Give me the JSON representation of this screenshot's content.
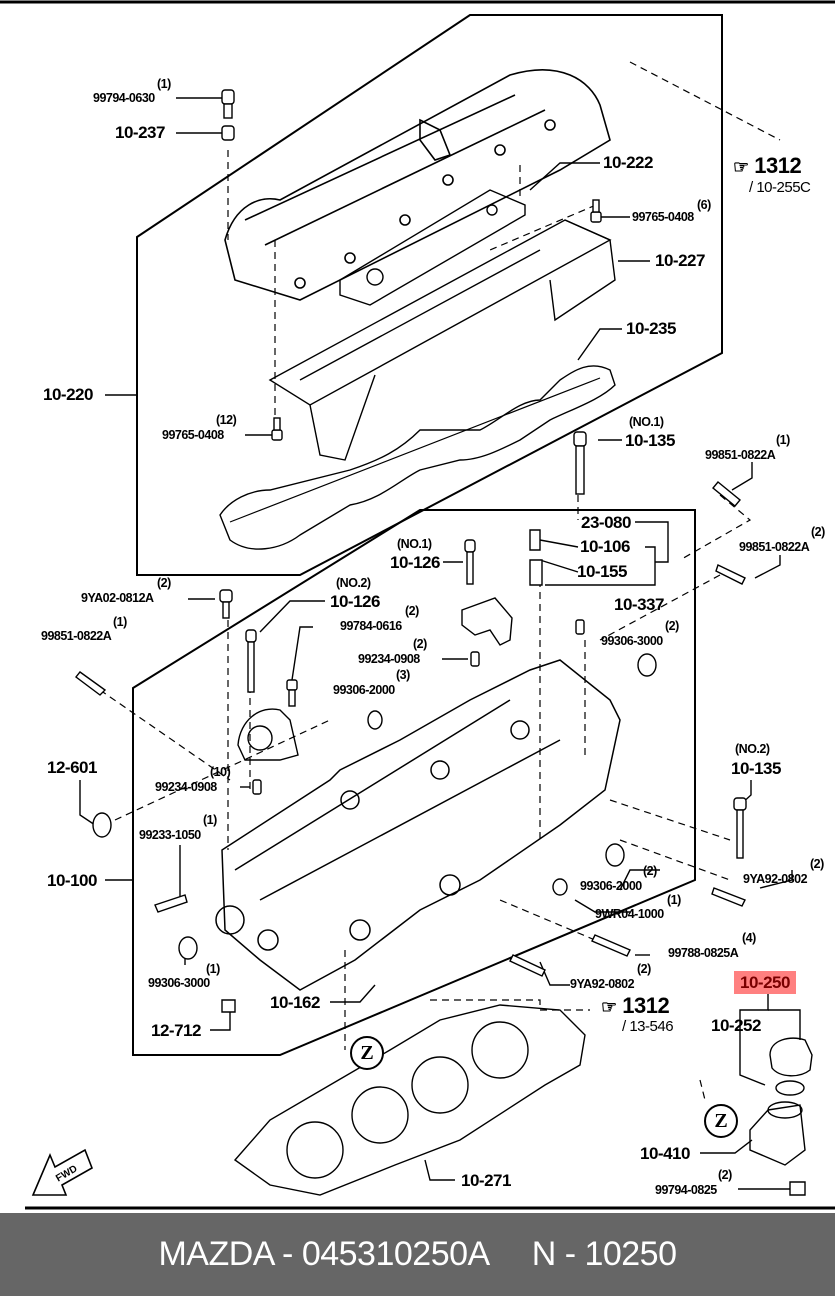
{
  "diagram": {
    "title": "Cylinder Head & Cylinder Head Cover Exploded View",
    "highlight_color": "#ff8080",
    "callouts": {
      "c99794_0630": {
        "qty": "(1)",
        "part": "99794-0630"
      },
      "c10_237": {
        "part": "10-237"
      },
      "c10_222": {
        "part": "10-222"
      },
      "c99765_0408a": {
        "qty": "(6)",
        "part": "99765-0408"
      },
      "c10_227": {
        "part": "10-227"
      },
      "c10_235": {
        "part": "10-235"
      },
      "c10_220": {
        "part": "10-220"
      },
      "c99765_0408b": {
        "qty": "(12)",
        "part": "99765-0408"
      },
      "c10_135_no1": {
        "qty": "(NO.1)",
        "part": "10-135"
      },
      "c99851_0822A_1": {
        "qty": "(1)",
        "part": "99851-0822A"
      },
      "c99851_0822A_2": {
        "qty": "(2)",
        "part": "99851-0822A"
      },
      "c23_080": {
        "part": "23-080"
      },
      "c10_106": {
        "part": "10-106"
      },
      "c10_155": {
        "part": "10-155"
      },
      "c10_126_no1": {
        "qty": "(NO.1)",
        "part": "10-126"
      },
      "c10_126_no2": {
        "qty": "(NO.2)",
        "part": "10-126"
      },
      "c10_337": {
        "part": "10-337"
      },
      "c9YA02_0812A": {
        "qty": "(2)",
        "part": "9YA02-0812A"
      },
      "c99851_0822A_left": {
        "qty": "(1)",
        "part": "99851-0822A"
      },
      "c99784_0616": {
        "qty": "(2)",
        "part": "99784-0616"
      },
      "c99234_0908a": {
        "qty": "(2)",
        "part": "99234-0908"
      },
      "c99306_3000a": {
        "qty": "(2)",
        "part": "99306-3000"
      },
      "c99306_2000a": {
        "qty": "(3)",
        "part": "99306-2000"
      },
      "c12_601": {
        "part": "12-601"
      },
      "c99234_0908b": {
        "qty": "(10)",
        "part": "99234-0908"
      },
      "c99233_1050": {
        "qty": "(1)",
        "part": "99233-1050"
      },
      "c10_100": {
        "part": "10-100"
      },
      "c10_135_no2": {
        "qty": "(NO.2)",
        "part": "10-135"
      },
      "c99306_2000b": {
        "qty": "(2)",
        "part": "99306-2000"
      },
      "c9WR04_1000": {
        "qty": "(1)",
        "part": "9WR04-1000"
      },
      "c9YA92_0802a": {
        "qty": "(2)",
        "part": "9YA92-0802"
      },
      "c99788_0825A": {
        "qty": "(4)",
        "part": "99788-0825A"
      },
      "c9YA92_0802b": {
        "qty": "(2)",
        "part": "9YA92-0802"
      },
      "c99306_3000b": {
        "qty": "(1)",
        "part": "99306-3000"
      },
      "c10_162": {
        "part": "10-162"
      },
      "c12_712": {
        "part": "12-712"
      },
      "c10_250": {
        "part": "10-250"
      },
      "c10_252": {
        "part": "10-252"
      },
      "c10_410": {
        "part": "10-410"
      },
      "c99794_0825": {
        "qty": "(2)",
        "part": "99794-0825"
      },
      "c10_271": {
        "part": "10-271"
      }
    },
    "refs": {
      "ref_top": {
        "icon": "pointing-hand-icon",
        "page": "1312",
        "sub": "/ 10-255C"
      },
      "ref_mid": {
        "icon": "pointing-hand-icon",
        "page": "1312",
        "sub": "/ 13-546"
      }
    },
    "z_marker": "Z",
    "fwd_label": "FWD"
  },
  "footer": {
    "brand_part": "MAZDA - 045310250A",
    "ref_code": "N - 10250"
  }
}
